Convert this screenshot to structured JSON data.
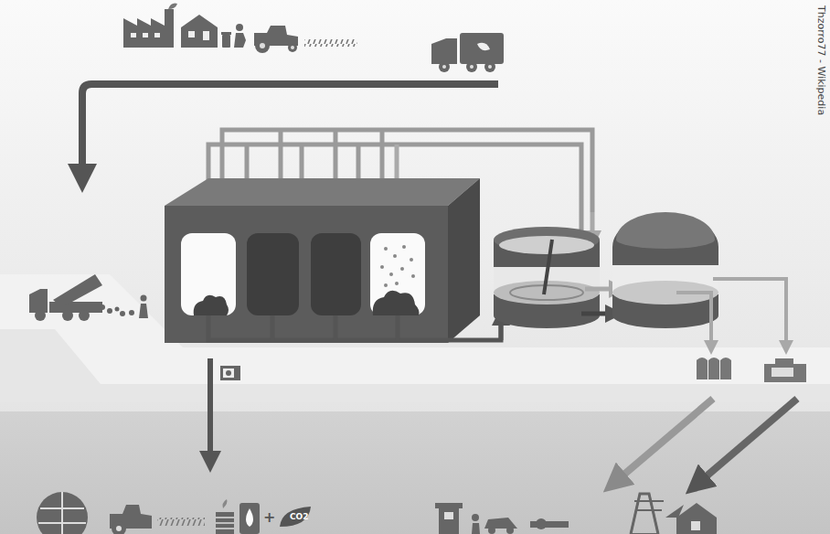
{
  "diagram": {
    "labels": [
      "Thzorro77 - Wikipedia",
      "+",
      "CO2"
    ]
  }
}
